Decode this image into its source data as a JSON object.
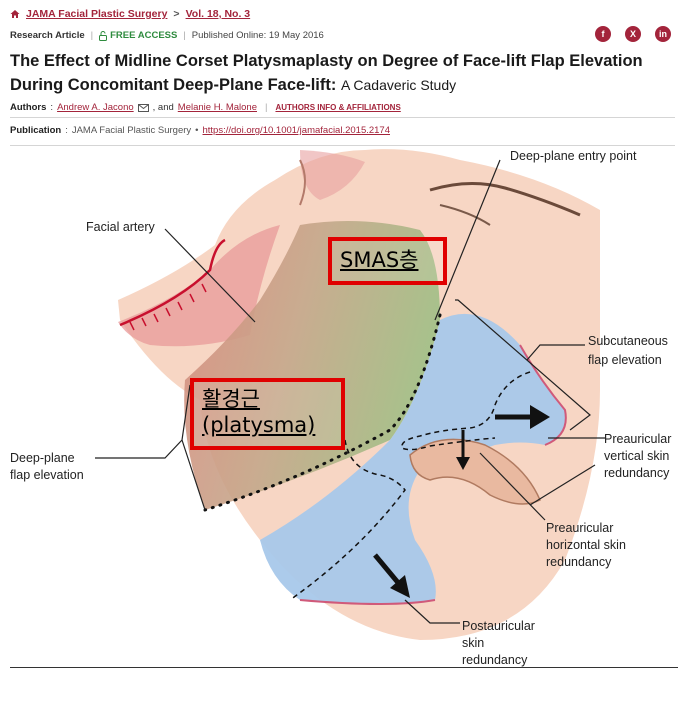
{
  "breadcrumb": {
    "journal": "JAMA Facial Plastic Surgery",
    "separator": ">",
    "volume": "Vol. 18, No. 3"
  },
  "meta": {
    "type": "Research Article",
    "access": "FREE ACCESS",
    "published": "Published Online: 19 May 2016"
  },
  "social": {
    "facebook": "f",
    "x": "X",
    "linkedin": "in"
  },
  "article": {
    "title": "The Effect of Midline Corset Platysmaplasty on Degree of Face-lift Flap Elevation During Concomitant Deep-Plane Face-lift:",
    "subtitle": "A Cadaveric Study"
  },
  "authors": {
    "label": "Authors",
    "author1": "Andrew A. Jacono",
    "joiner": ", and",
    "author2": "Melanie H. Malone",
    "info": "AUTHORS INFO & AFFILIATIONS"
  },
  "publication": {
    "label": "Publication",
    "journal": "JAMA Facial Plastic Surgery",
    "doi": "https://doi.org/10.1001/jamafacial.2015.2174"
  },
  "figure": {
    "labels": {
      "deep_plane_entry": "Deep-plane entry point",
      "facial_artery": "Facial artery",
      "subcutaneous_1": "Subcutaneous",
      "subcutaneous_2": "flap elevation",
      "deep_plane_1": "Deep-plane",
      "deep_plane_2": "flap elevation",
      "pre_vert_1": "Preauricular",
      "pre_vert_2": "vertical skin",
      "pre_vert_3": "redundancy",
      "pre_horiz_1": "Preauricular",
      "pre_horiz_2": "horizontal skin",
      "pre_horiz_3": "redundancy",
      "post_1": "Postauricular",
      "post_2": "skin",
      "post_3": "redundancy"
    },
    "annotations": {
      "smas": "SMAS층",
      "platysma_1": "활경근",
      "platysma_2": "(platysma)"
    }
  }
}
